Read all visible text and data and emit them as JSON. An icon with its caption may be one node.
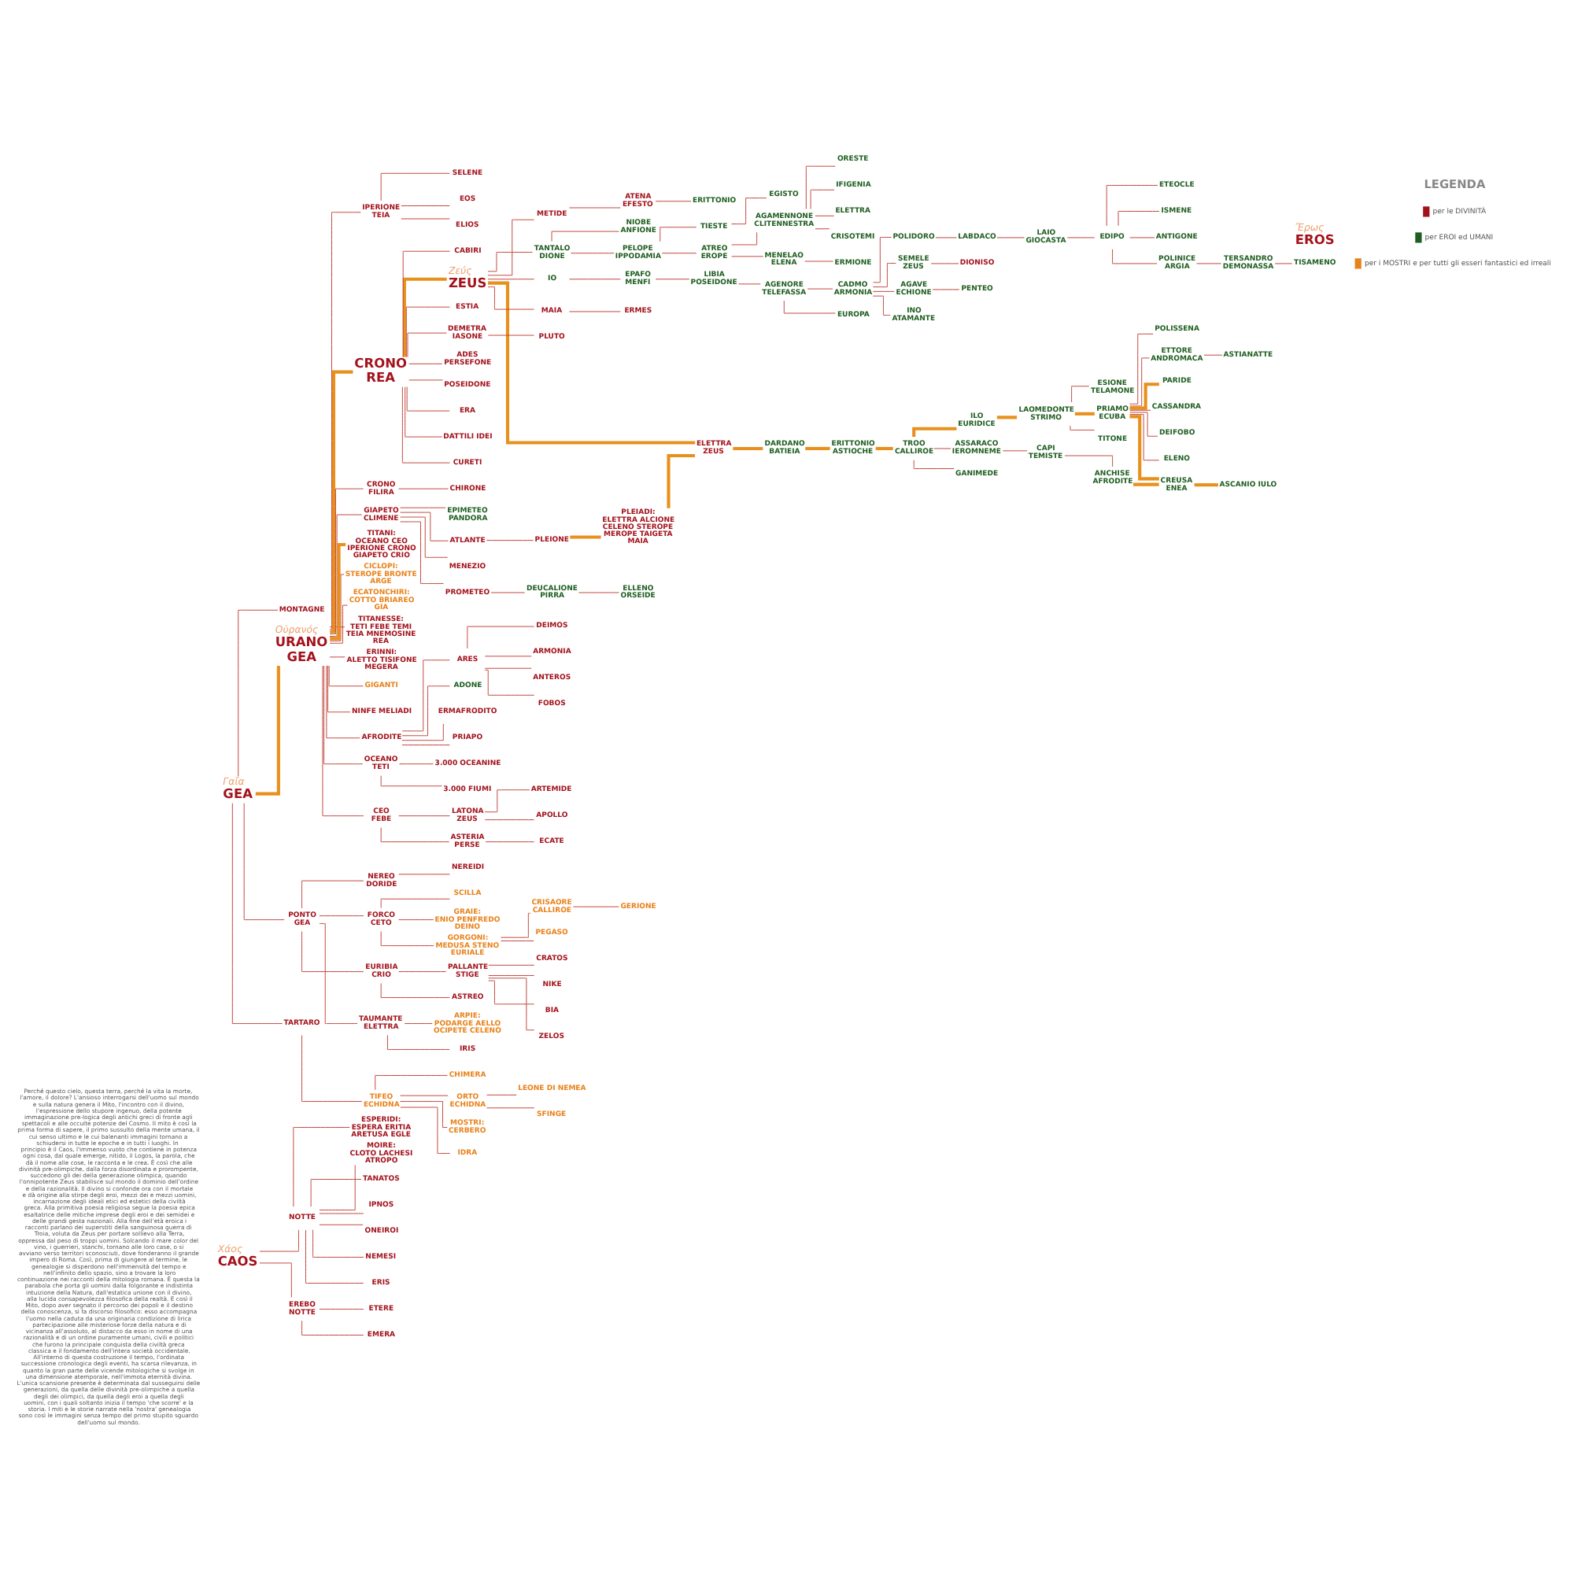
{
  "diagram": {
    "nodes": [
      {
        "text": [
          "CAOS"
        ],
        "beside": [
          "Χάος"
        ]
      },
      {
        "text": [
          "NOTTE"
        ]
      },
      {
        "text": [
          "ESPERIDI:",
          "ESPERA ERITIA ARETUSA EGLE"
        ]
      },
      {
        "text": [
          "MOIRE:",
          "CLOTO LACHESI ATROPO"
        ]
      },
      {
        "text": [
          "TANATOS"
        ]
      },
      {
        "text": [
          "IPNOS"
        ]
      },
      {
        "text": [
          "ONEIROI"
        ]
      },
      {
        "text": [
          "NEMESI"
        ]
      },
      {
        "text": [
          "ERIS"
        ]
      },
      {
        "text": [
          "EREBO",
          "NOTTE"
        ]
      },
      {
        "text": [
          "ETERE"
        ]
      },
      {
        "text": [
          "EMERA"
        ]
      },
      {
        "text": [
          "GEA"
        ],
        "beside": [
          "Γαῖα"
        ]
      },
      {
        "text": [
          "MONTAGNE"
        ]
      },
      {
        "text": [
          "URANO",
          "GEA"
        ],
        "beside": [
          "Οὐρανός"
        ]
      },
      {
        "text": [
          "PONTO",
          "GEA"
        ]
      },
      {
        "text": [
          "TARTARO"
        ]
      },
      {
        "text": [
          "EROS"
        ],
        "beside": [
          "Ἔρως"
        ]
      },
      {
        "text": [
          "TAUMANTE",
          "ELETTRA"
        ]
      },
      {
        "text": [
          "IRIS"
        ]
      },
      {
        "text": [
          "ARPIE:",
          "PODARGE AELLO OCIPETE CELENO"
        ]
      },
      {
        "text": [
          "NEREO",
          "DORIDE"
        ]
      },
      {
        "text": [
          "NEREIDI"
        ]
      },
      {
        "text": [
          "FORCO",
          "CETO"
        ]
      },
      {
        "text": [
          "GRAIE:",
          "ENIO PENFREDO DEINO"
        ]
      },
      {
        "text": [
          "GORGONI:",
          "MEDUSA STENO EURIALE"
        ]
      },
      {
        "text": [
          "PEGASO"
        ]
      },
      {
        "text": [
          "CRISAORE",
          "CALLIROE"
        ]
      },
      {
        "text": [
          "GERIONE"
        ]
      },
      {
        "text": [
          "SCILLA"
        ]
      },
      {
        "text": [
          "EURIBIA",
          "CRIO"
        ]
      },
      {
        "text": [
          "ASTREO"
        ]
      },
      {
        "text": [
          "PALLANTE",
          "STIGE"
        ]
      },
      {
        "text": [
          "ZELOS"
        ]
      },
      {
        "text": [
          "CRATOS"
        ]
      },
      {
        "text": [
          "NIKE"
        ]
      },
      {
        "text": [
          "BIA"
        ]
      },
      {
        "text": [
          "TIFEO",
          "ECHIDNA"
        ]
      },
      {
        "text": [
          "ORTO",
          "ECHIDNA"
        ]
      },
      {
        "text": [
          "SFINGE"
        ]
      },
      {
        "text": [
          "LEONE DI NEMEA"
        ]
      },
      {
        "text": [
          "MOSTRI:",
          "CERBERO"
        ]
      },
      {
        "text": [
          "IDRA"
        ]
      },
      {
        "text": [
          "CHIMERA"
        ]
      },
      {
        "text": [
          "CICLOPI:",
          "STEROPE BRONTE ARGE"
        ]
      },
      {
        "text": [
          "ECATONCHIRI:",
          "COTTO BRIAREO GIA"
        ]
      },
      {
        "text": [
          "TITANESSE:",
          "TETI FEBE TEMI TEIA MNEMOSINE REA"
        ]
      },
      {
        "text": [
          "ERINNI:",
          "ALETTO TISIFONE MEGERA"
        ]
      },
      {
        "text": [
          "GIGANTI"
        ]
      },
      {
        "text": [
          "NINFE MELIADI"
        ]
      },
      {
        "text": [
          "AFRODITE"
        ]
      },
      {
        "text": [
          "ARES"
        ]
      },
      {
        "text": [
          "FOBOS"
        ]
      },
      {
        "text": [
          "DEIMOS"
        ]
      },
      {
        "text": [
          "ARMONIA"
        ]
      },
      {
        "text": [
          "ANTEROS"
        ]
      },
      {
        "text": [
          "ADONE"
        ]
      },
      {
        "text": [
          "ERMAFRODITO"
        ]
      },
      {
        "text": [
          "PRIAPO"
        ]
      },
      {
        "text": [
          "OCEANO",
          "TETI"
        ]
      },
      {
        "text": [
          "3.000 OCEANINE"
        ]
      },
      {
        "text": [
          "3.000 FIUMI"
        ]
      },
      {
        "text": [
          "CEO",
          "FEBE"
        ]
      },
      {
        "text": [
          "LATONA",
          "ZEUS"
        ]
      },
      {
        "text": [
          "APOLLO"
        ]
      },
      {
        "text": [
          "ARTEMIDE"
        ]
      },
      {
        "text": [
          "ASTERIA",
          "PERSE"
        ]
      },
      {
        "text": [
          "ECATE"
        ]
      },
      {
        "text": [
          "IPERIONE",
          "TEIA"
        ]
      },
      {
        "text": [
          "EOS"
        ]
      },
      {
        "text": [
          "ELIOS"
        ]
      },
      {
        "text": [
          "SELENE"
        ]
      },
      {
        "text": [
          "CRONO",
          "REA"
        ]
      },
      {
        "text": [
          "ZEUS"
        ],
        "beside": [
          "Ζεύς"
        ]
      },
      {
        "text": [
          "ESTIA"
        ]
      },
      {
        "text": [
          "DEMETRA",
          "IASONE"
        ]
      },
      {
        "text": [
          "PLUTO"
        ]
      },
      {
        "text": [
          "ADES",
          "PERSEFONE"
        ]
      },
      {
        "text": [
          "POSEIDONE"
        ]
      },
      {
        "text": [
          "ERA"
        ]
      },
      {
        "text": [
          "DATTILI IDEI"
        ]
      },
      {
        "text": [
          "CURETI"
        ]
      },
      {
        "text": [
          "CABIRI"
        ]
      },
      {
        "text": [
          "CRONO",
          "FILIRA"
        ]
      },
      {
        "text": [
          "CHIRONE"
        ]
      },
      {
        "text": [
          "GIAPETO",
          "CLIMENE"
        ]
      },
      {
        "text": [
          "ATLANTE"
        ]
      },
      {
        "text": [
          "MENEZIO"
        ]
      },
      {
        "text": [
          "PROMETEO"
        ]
      },
      {
        "text": [
          "EPIMETEO",
          "PANDORA"
        ]
      },
      {
        "text": [
          "DEUCALIONE",
          "PIRRA"
        ]
      },
      {
        "text": [
          "ELLENO",
          "ORSEIDE"
        ]
      },
      {
        "text": [
          "PLEIONE"
        ]
      },
      {
        "text": [
          "PLEIADI:",
          "ELETTRA ALCIONE CELENO STEROPE MEROPE TAIGETA MAIA"
        ]
      },
      {
        "text": [
          "ELETTRA",
          "ZEUS"
        ]
      },
      {
        "text": [
          "DARDANO",
          "BATIEIA"
        ]
      },
      {
        "text": [
          "ERITTONIO",
          "ASTIOCHE"
        ]
      },
      {
        "text": [
          "TROO",
          "CALLIROE"
        ]
      },
      {
        "text": [
          "ILO",
          "EURIDICE"
        ]
      },
      {
        "text": [
          "ASSARACO",
          "IEROMNEME"
        ]
      },
      {
        "text": [
          "GANIMEDE"
        ]
      },
      {
        "text": [
          "LAOMEDONTE",
          "STRIMO"
        ]
      },
      {
        "text": [
          "CAPI",
          "TEMISTE"
        ]
      },
      {
        "text": [
          "ANCHISE",
          "AFRODITE"
        ]
      },
      {
        "text": [
          "PRIAMO",
          "ECUBA"
        ]
      },
      {
        "text": [
          "TITONE"
        ]
      },
      {
        "text": [
          "ESIONE",
          "TELAMONE"
        ]
      },
      {
        "text": [
          "ETTORE",
          "ANDROMACA"
        ]
      },
      {
        "text": [
          "ASTIANATTE"
        ]
      },
      {
        "text": [
          "PARIDE"
        ]
      },
      {
        "text": [
          "CASSANDRA"
        ]
      },
      {
        "text": [
          "DEIFOBO"
        ]
      },
      {
        "text": [
          "ELENO"
        ]
      },
      {
        "text": [
          "POLISSENA"
        ]
      },
      {
        "text": [
          "CREUSA",
          "ENEA"
        ]
      },
      {
        "text": [
          "ASCANIO IULO"
        ]
      },
      {
        "text": [
          "MAIA"
        ]
      },
      {
        "text": [
          "ERMES"
        ]
      },
      {
        "text": [
          "METIDE"
        ]
      },
      {
        "text": [
          "ATENA",
          "EFESTO"
        ]
      },
      {
        "text": [
          "ERITTONIO"
        ]
      },
      {
        "text": [
          "TANTALO",
          "DIONE"
        ]
      },
      {
        "text": [
          "PELOPE",
          "IPPODAMIA"
        ]
      },
      {
        "text": [
          "NIOBE",
          "ANFIONE"
        ]
      },
      {
        "text": [
          "ATREO",
          "EROPE"
        ]
      },
      {
        "text": [
          "TIESTE"
        ]
      },
      {
        "text": [
          "AGAMENNONE",
          "CLITENNESTRA"
        ]
      },
      {
        "text": [
          "MENELAO",
          "ELENA"
        ]
      },
      {
        "text": [
          "ERMIONE"
        ]
      },
      {
        "text": [
          "ORESTE"
        ]
      },
      {
        "text": [
          "IFIGENIA"
        ]
      },
      {
        "text": [
          "ELETTRA"
        ]
      },
      {
        "text": [
          "CRISOTEMI"
        ]
      },
      {
        "text": [
          "EGISTO"
        ]
      },
      {
        "text": [
          "AGENORE",
          "TELEFASSA"
        ]
      },
      {
        "text": [
          "CADMO",
          "ARMONIA"
        ]
      },
      {
        "text": [
          "EUROPA"
        ]
      },
      {
        "text": [
          "SEMELE",
          "ZEUS"
        ]
      },
      {
        "text": [
          "DIONISO"
        ]
      },
      {
        "text": [
          "AGAVE",
          "ECHIONE"
        ]
      },
      {
        "text": [
          "PENTEO"
        ]
      },
      {
        "text": [
          "INO",
          "ATAMANTE"
        ]
      },
      {
        "text": [
          "POLIDORO"
        ]
      },
      {
        "text": [
          "LABDACO"
        ]
      },
      {
        "text": [
          "LAIO",
          "GIOCASTA"
        ]
      },
      {
        "text": [
          "EDIPO"
        ]
      },
      {
        "text": [
          "POLINICE",
          "ARGIA"
        ]
      },
      {
        "text": [
          "ETEOCLE"
        ]
      },
      {
        "text": [
          "ISMENE"
        ]
      },
      {
        "text": [
          "ANTIGONE"
        ]
      },
      {
        "text": [
          "TERSANDRO",
          "DEMONASSA"
        ]
      },
      {
        "text": [
          "TISAMENO"
        ]
      },
      {
        "text": [
          "IO"
        ]
      },
      {
        "text": [
          "EPAFO",
          "MENFI"
        ]
      },
      {
        "text": [
          "LIBIA",
          "POSEIDONE"
        ]
      },
      {
        "text": [
          "TITANI:",
          "OCEANO CEO IPERIONE CRONO GIAPETO CRIO"
        ]
      }
    ],
    "edges": [
      {
        "from": 0,
        "to": 1,
        "arrow": "none"
      },
      {
        "from": 1,
        "to": 2,
        "arrow": "none"
      },
      {
        "from": 1,
        "to": 3,
        "arrow": "none"
      },
      {
        "from": 1,
        "to": 4,
        "arrow": "none"
      },
      {
        "from": 1,
        "to": 5,
        "arrow": "none"
      },
      {
        "from": 1,
        "to": 6,
        "arrow": "none"
      },
      {
        "from": 1,
        "to": 7,
        "arrow": "none"
      },
      {
        "from": 1,
        "to": 8,
        "arrow": "none"
      },
      {
        "from": 0,
        "to": 9,
        "arrow": "none"
      },
      {
        "from": 9,
        "to": 10,
        "arrow": "none"
      },
      {
        "from": 9,
        "to": 11,
        "arrow": "none"
      },
      {
        "from": 12,
        "to": 13,
        "arrow": "none"
      },
      {
        "from": 12,
        "to": 14,
        "arrow": "none",
        "style": "thick",
        "color": "#e8901c"
      },
      {
        "from": 12,
        "to": 15,
        "arrow": "none"
      },
      {
        "from": 12,
        "to": 16,
        "arrow": "none"
      },
      {
        "from": 15,
        "to": 18,
        "arrow": "none"
      },
      {
        "from": 15,
        "to": 21,
        "arrow": "none"
      },
      {
        "from": 15,
        "to": 23,
        "arrow": "none"
      },
      {
        "from": 15,
        "to": 30,
        "arrow": "none"
      },
      {
        "from": 18,
        "to": 19,
        "arrow": "none"
      },
      {
        "from": 18,
        "to": 20,
        "arrow": "none"
      },
      {
        "from": 21,
        "to": 22,
        "arrow": "none"
      },
      {
        "from": 23,
        "to": 24,
        "arrow": "none"
      },
      {
        "from": 23,
        "to": 25,
        "arrow": "none"
      },
      {
        "from": 23,
        "to": 29,
        "arrow": "none"
      },
      {
        "from": 25,
        "to": 26,
        "arrow": "none"
      },
      {
        "from": 25,
        "to": 27,
        "arrow": "none"
      },
      {
        "from": 27,
        "to": 28,
        "arrow": "none"
      },
      {
        "from": 30,
        "to": 31,
        "arrow": "none"
      },
      {
        "from": 30,
        "to": 32,
        "arrow": "none"
      },
      {
        "from": 32,
        "to": 33,
        "arrow": "none"
      },
      {
        "from": 32,
        "to": 34,
        "arrow": "none"
      },
      {
        "from": 32,
        "to": 35,
        "arrow": "none"
      },
      {
        "from": 32,
        "to": 36,
        "arrow": "none"
      },
      {
        "from": 16,
        "to": 37,
        "arrow": "none"
      },
      {
        "from": 37,
        "to": 38,
        "arrow": "none"
      },
      {
        "from": 37,
        "to": 41,
        "arrow": "none"
      },
      {
        "from": 37,
        "to": 42,
        "arrow": "none"
      },
      {
        "from": 37,
        "to": 43,
        "arrow": "none"
      },
      {
        "from": 38,
        "to": 39,
        "arrow": "none"
      },
      {
        "from": 38,
        "to": 40,
        "arrow": "none"
      },
      {
        "from": 14,
        "to": 44,
        "arrow": "none"
      },
      {
        "from": 14,
        "to": 45,
        "arrow": "none"
      },
      {
        "from": 14,
        "to": 155,
        "arrow": "none",
        "style": "thick",
        "color": "#e8901c"
      },
      {
        "from": 14,
        "to": 46,
        "arrow": "none"
      },
      {
        "from": 14,
        "to": 47,
        "arrow": "none"
      },
      {
        "from": 14,
        "to": 48,
        "arrow": "none"
      },
      {
        "from": 14,
        "to": 49,
        "arrow": "none"
      },
      {
        "from": 14,
        "to": 50,
        "arrow": "none"
      },
      {
        "from": 50,
        "to": 51,
        "arrow": "none"
      },
      {
        "from": 51,
        "to": 52,
        "arrow": "none"
      },
      {
        "from": 51,
        "to": 53,
        "arrow": "none"
      },
      {
        "from": 51,
        "to": 54,
        "arrow": "none"
      },
      {
        "from": 51,
        "to": 55,
        "arrow": "none"
      },
      {
        "from": 50,
        "to": 56,
        "arrow": "none"
      },
      {
        "from": 50,
        "to": 57,
        "arrow": "none"
      },
      {
        "from": 50,
        "to": 58,
        "arrow": "none"
      },
      {
        "from": 14,
        "to": 59,
        "arrow": "none"
      },
      {
        "from": 59,
        "to": 60,
        "arrow": "none"
      },
      {
        "from": 59,
        "to": 61,
        "arrow": "none"
      },
      {
        "from": 14,
        "to": 62,
        "arrow": "none"
      },
      {
        "from": 62,
        "to": 63,
        "arrow": "none"
      },
      {
        "from": 63,
        "to": 64,
        "arrow": "none"
      },
      {
        "from": 63,
        "to": 65,
        "arrow": "none"
      },
      {
        "from": 62,
        "to": 66,
        "arrow": "none"
      },
      {
        "from": 66,
        "to": 67,
        "arrow": "none"
      },
      {
        "from": 14,
        "to": 68,
        "arrow": "none"
      },
      {
        "from": 68,
        "to": 69,
        "arrow": "none"
      },
      {
        "from": 68,
        "to": 70,
        "arrow": "none"
      },
      {
        "from": 68,
        "to": 71,
        "arrow": "none"
      },
      {
        "from": 14,
        "to": 72,
        "arrow": "none",
        "style": "thick",
        "color": "#e8901c"
      },
      {
        "from": 72,
        "to": 73,
        "arrow": "none",
        "style": "thick",
        "color": "#e8901c"
      },
      {
        "from": 72,
        "to": 74,
        "arrow": "none"
      },
      {
        "from": 72,
        "to": 75,
        "arrow": "none"
      },
      {
        "from": 75,
        "to": 76,
        "arrow": "none"
      },
      {
        "from": 72,
        "to": 77,
        "arrow": "none"
      },
      {
        "from": 72,
        "to": 78,
        "arrow": "none"
      },
      {
        "from": 72,
        "to": 79,
        "arrow": "none"
      },
      {
        "from": 72,
        "to": 80,
        "arrow": "none"
      },
      {
        "from": 72,
        "to": 81,
        "arrow": "none"
      },
      {
        "from": 72,
        "to": 82,
        "arrow": "none"
      },
      {
        "from": 14,
        "to": 83,
        "arrow": "none"
      },
      {
        "from": 83,
        "to": 84,
        "arrow": "none"
      },
      {
        "from": 14,
        "to": 85,
        "arrow": "none"
      },
      {
        "from": 85,
        "to": 86,
        "arrow": "none"
      },
      {
        "from": 85,
        "to": 87,
        "arrow": "none"
      },
      {
        "from": 85,
        "to": 88,
        "arrow": "none"
      },
      {
        "from": 85,
        "to": 89,
        "arrow": "none"
      },
      {
        "from": 88,
        "to": 90,
        "arrow": "none"
      },
      {
        "from": 90,
        "to": 91,
        "arrow": "none"
      },
      {
        "from": 86,
        "to": 92,
        "arrow": "none"
      },
      {
        "from": 92,
        "to": 93,
        "arrow": "none",
        "style": "thick",
        "color": "#e8901c"
      },
      {
        "from": 73,
        "to": 94,
        "arrow": "none",
        "style": "thick",
        "color": "#e8901c"
      },
      {
        "from": 93,
        "to": 94,
        "arrow": "none",
        "style": "thick",
        "color": "#e8901c"
      },
      {
        "from": 94,
        "to": 95,
        "arrow": "none",
        "style": "thick",
        "color": "#e8901c"
      },
      {
        "from": 95,
        "to": 96,
        "arrow": "none",
        "style": "thick",
        "color": "#e8901c"
      },
      {
        "from": 96,
        "to": 97,
        "arrow": "none",
        "style": "thick",
        "color": "#e8901c"
      },
      {
        "from": 97,
        "to": 98,
        "arrow": "none",
        "style": "thick",
        "color": "#e8901c"
      },
      {
        "from": 97,
        "to": 99,
        "arrow": "none"
      },
      {
        "from": 97,
        "to": 100,
        "arrow": "none"
      },
      {
        "from": 98,
        "to": 101,
        "arrow": "none",
        "style": "thick",
        "color": "#e8901c"
      },
      {
        "from": 99,
        "to": 102,
        "arrow": "none"
      },
      {
        "from": 102,
        "to": 103,
        "arrow": "none"
      },
      {
        "from": 101,
        "to": 104,
        "arrow": "none",
        "style": "thick",
        "color": "#e8901c"
      },
      {
        "from": 101,
        "to": 105,
        "arrow": "none"
      },
      {
        "from": 101,
        "to": 106,
        "arrow": "none"
      },
      {
        "from": 104,
        "to": 107,
        "arrow": "none"
      },
      {
        "from": 107,
        "to": 108,
        "arrow": "none"
      },
      {
        "from": 104,
        "to": 109,
        "arrow": "none",
        "style": "thick",
        "color": "#e8901c"
      },
      {
        "from": 104,
        "to": 110,
        "arrow": "none"
      },
      {
        "from": 104,
        "to": 111,
        "arrow": "none"
      },
      {
        "from": 104,
        "to": 112,
        "arrow": "none"
      },
      {
        "from": 104,
        "to": 113,
        "arrow": "none"
      },
      {
        "from": 104,
        "to": 114,
        "arrow": "none",
        "style": "thick",
        "color": "#e8901c"
      },
      {
        "from": 103,
        "to": 114,
        "arrow": "none",
        "style": "thick",
        "color": "#e8901c"
      },
      {
        "from": 114,
        "to": 115,
        "arrow": "none",
        "style": "thick",
        "color": "#e8901c"
      },
      {
        "from": 73,
        "to": 116,
        "arrow": "none"
      },
      {
        "from": 116,
        "to": 117,
        "arrow": "none"
      },
      {
        "from": 73,
        "to": 118,
        "arrow": "none"
      },
      {
        "from": 118,
        "to": 119,
        "arrow": "none"
      },
      {
        "from": 119,
        "to": 120,
        "arrow": "none"
      },
      {
        "from": 73,
        "to": 121,
        "arrow": "none"
      },
      {
        "from": 121,
        "to": 122,
        "arrow": "none"
      },
      {
        "from": 121,
        "to": 123,
        "arrow": "none"
      },
      {
        "from": 122,
        "to": 124,
        "arrow": "none"
      },
      {
        "from": 122,
        "to": 125,
        "arrow": "none"
      },
      {
        "from": 124,
        "to": 126,
        "arrow": "none"
      },
      {
        "from": 124,
        "to": 127,
        "arrow": "none"
      },
      {
        "from": 127,
        "to": 128,
        "arrow": "none"
      },
      {
        "from": 126,
        "to": 129,
        "arrow": "none"
      },
      {
        "from": 126,
        "to": 130,
        "arrow": "none"
      },
      {
        "from": 126,
        "to": 131,
        "arrow": "none"
      },
      {
        "from": 126,
        "to": 132,
        "arrow": "none"
      },
      {
        "from": 125,
        "to": 133,
        "arrow": "none"
      },
      {
        "from": 73,
        "to": 152,
        "arrow": "none"
      },
      {
        "from": 152,
        "to": 153,
        "arrow": "none"
      },
      {
        "from": 153,
        "to": 154,
        "arrow": "none"
      },
      {
        "from": 154,
        "to": 134,
        "arrow": "none"
      },
      {
        "from": 134,
        "to": 135,
        "arrow": "none"
      },
      {
        "from": 134,
        "to": 136,
        "arrow": "none"
      },
      {
        "from": 135,
        "to": 137,
        "arrow": "none"
      },
      {
        "from": 137,
        "to": 138,
        "arrow": "none"
      },
      {
        "from": 135,
        "to": 139,
        "arrow": "none"
      },
      {
        "from": 139,
        "to": 140,
        "arrow": "none"
      },
      {
        "from": 135,
        "to": 141,
        "arrow": "none"
      },
      {
        "from": 135,
        "to": 142,
        "arrow": "none"
      },
      {
        "from": 142,
        "to": 143,
        "arrow": "none"
      },
      {
        "from": 143,
        "to": 144,
        "arrow": "none"
      },
      {
        "from": 144,
        "to": 145,
        "arrow": "none"
      },
      {
        "from": 145,
        "to": 146,
        "arrow": "none"
      },
      {
        "from": 145,
        "to": 147,
        "arrow": "none"
      },
      {
        "from": 145,
        "to": 148,
        "arrow": "none"
      },
      {
        "from": 145,
        "to": 149,
        "arrow": "none"
      },
      {
        "from": 146,
        "to": 150,
        "arrow": "none"
      },
      {
        "from": 150,
        "to": 151,
        "arrow": "none"
      }
    ],
    "labels": [
      "Perché questo cielo, questa terra, perché la vita la morte, l'amore, il dolore? L'ansioso interrogarsi dell'uomo sul mondo e sulla natura genera il Mito, l'incontro con il divino, l'espressione dello stupore ingenuo, della potente immaginazione pre-logica degli antichi greci di fronte agli spettacoli e alle occulte potenze del Cosmo. Il mito è così la prima forma di sapere, il primo sussulto della mente umana, il cui senso ultimo e le cui balenanti immagini tornano a schiudersi in tutte le epoche e in tutti i luoghi. In principio è il Caos, l'immenso vuoto che contiene in potenza ogni cosa, dal quale emerge, nitido, il Logos, la parola, che dà il nome alle cose, le racconta e le crea. È così che alle divinità pre-olimpiche, dalla forza disordinata e prorompente, succedono gli dei della generazione olimpica, quando l'onnipotente Zeus stabilisce sul mondo il dominio dell'ordine e della razionalità. Il divino si confonde ora con il mortale e dà origine alla stirpe degli eroi, mezzi dei e mezzi uomini, incarnazione degli ideali etici ed estetici della civiltà greca. Alla primitiva poesia religiosa segue la poesia epica esaltatrice delle mitiche imprese degli eroi e dei semidei e delle grandi gesta nazionali. Alla fine dell'età eroica i racconti parlano dei superstiti della sanguinosa guerra di Troia, voluta da Zeus per portare sollievo alla Terra, oppressa dal peso di troppi uomini. Solcando il mare color del vino, i guerrieri, stanchi, tornano alle loro case, o si avviano verso territori sconosciuti, dove fonderanno il grande impero di Roma. Così, prima di giungere al termine, le genealogie si disperdono nell'immensità del tempo e nell'infinito dello spazio, sino a trovare la loro continuazione nei racconti della mitologia romana. È questa la parabola che porta gli uomini dalla folgorante e indistinta intuizione della Natura, dall'estatica unione con il divino, alla lucida consapevolezza filosofica della realtà. E così il Mito, dopo aver segnato il percorso dei popoli e il destino della conoscenza, si fa discorso filosofico: esso accompagna l'uomo nella caduta da una originaria condizione di lirica partecipazione alle misteriose forze della natura e di vicinanza all'assoluto, al distacco da esso in nome di una razionalità e di un ordine puramente umani, civili e politici che furono la principale conquista della civiltà greca classica e il fondamento dell'intera società occidentale. All'interno di questa costruzione il tempo, l'ordinata successione cronologica degli eventi, ha scarsa rilevanza, in quanto la gran parte delle vicende mitologiche si svolge in una dimensione atemporale, nell'immota eternità divina. L'unica scansione presente è determinata dal susseguirsi delle generazioni, da quella delle divinità pre-olimpiche a quella degli dei olimpici, da quella degli eroi a quella degli uomini, con i quali soltanto inizia il tempo 'che scorre' e la storia. I miti e le storie narrate nella 'nostra' genealogia sono così le immagini senza tempo del primo stupito sguardo dell'uomo sul mondo.",
      "LEGENDA"
    ],
    "legend": [
      {
        "text": "per le DIVINITÀ",
        "color": "#a3121c"
      },
      {
        "text": "per EROI ed UMANI",
        "color": "#1f5e20"
      },
      {
        "text": "per i MOSTRI e per tutti gli esseri fantastici ed irreali",
        "color": "#e8821a"
      }
    ]
  }
}
